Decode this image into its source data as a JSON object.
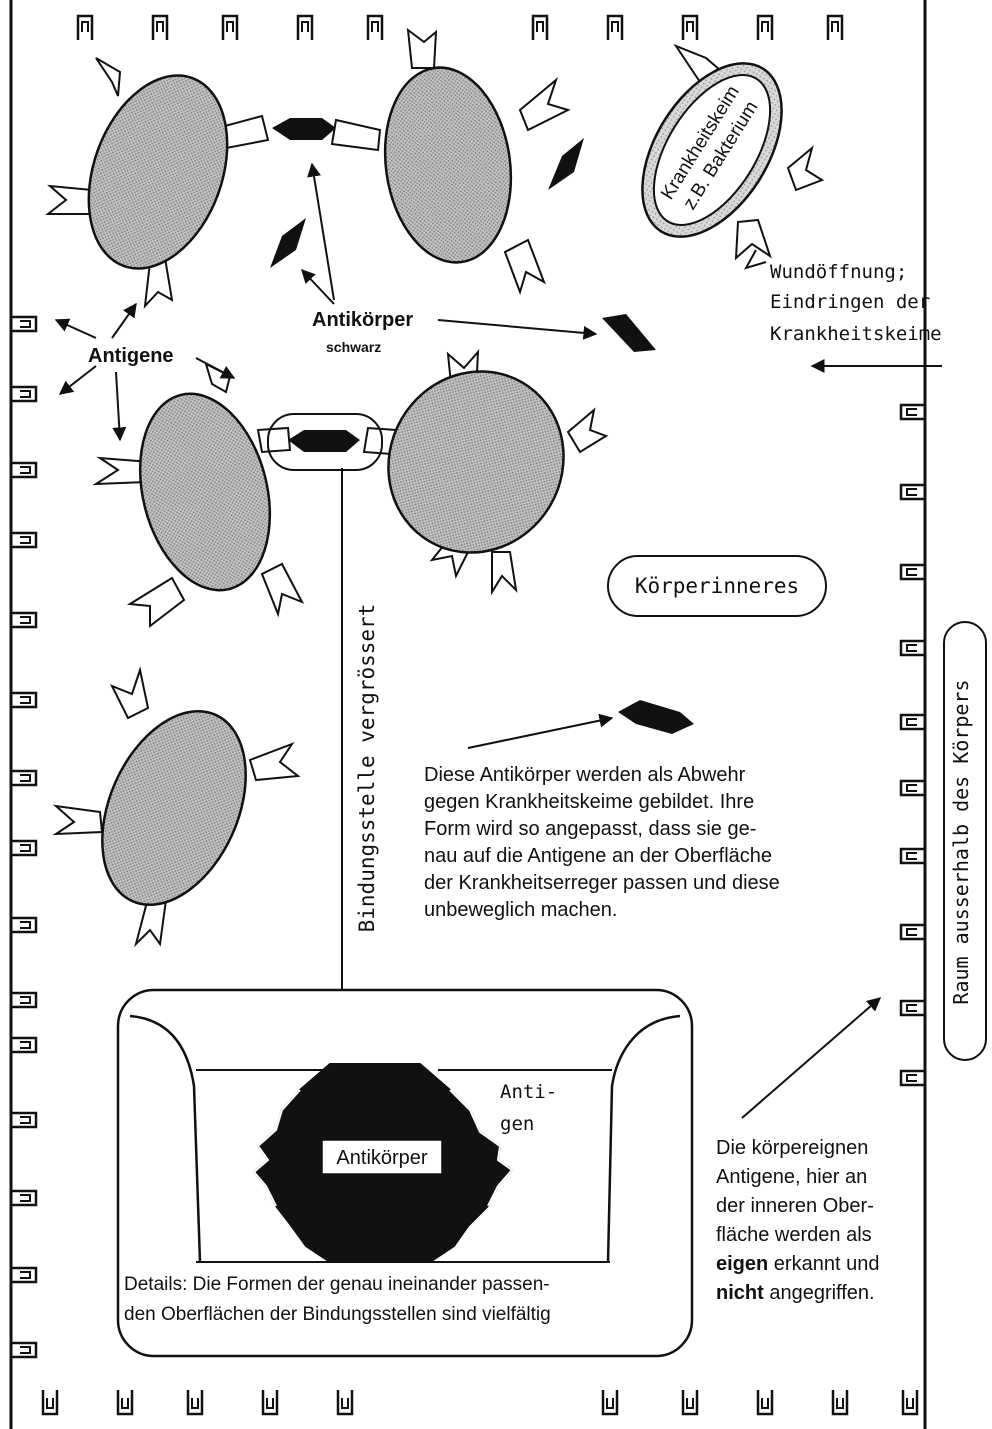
{
  "labels": {
    "antibody_title": "Antikörper",
    "antibody_sub": "schwarz",
    "antigens": "Antigene",
    "pathogen_line1": "Krankheitskeim",
    "pathogen_line2": "z.B. Bakterium",
    "wound_line1": "Wundöffnung;",
    "wound_line2": "Eindringen der",
    "wound_line3": "Krankheitskeime",
    "body_interior": "Körperinneres",
    "outside_body": "Raum ausserhalb des Körpers",
    "binding_site": "Bindungsstelle vergrössert",
    "detail_antibody": "Antikörper",
    "detail_antigen_1": "Anti-",
    "detail_antigen_2": "gen"
  },
  "description": {
    "lines": [
      "Diese Antikörper werden  als Abwehr",
      "gegen Krankheitskeime gebildet. Ihre",
      "Form wird so angepasst, dass sie ge-",
      "nau auf die Antigene an der Oberfläche",
      "der Krankheitserreger passen und diese",
      "unbeweglich machen."
    ]
  },
  "own_antigens": {
    "line1": "Die körpereignen",
    "line2": "Antigene, hier an",
    "line3": "der inneren Ober-",
    "line4": "fläche werden als",
    "line5_bold": "eigen",
    "line5_rest": " erkannt und",
    "line6_bold": "nicht",
    "line6_rest": "  angegriffen."
  },
  "details": {
    "line1": "Details: Die Formen der genau ineinander passen-",
    "line2": "den Oberflächen der Bindungsstellen sind  vielfältig"
  },
  "colors": {
    "cell_fill": "#b4b4b4",
    "antibody": "#111111",
    "line": "#111111",
    "background": "#ffffff"
  }
}
